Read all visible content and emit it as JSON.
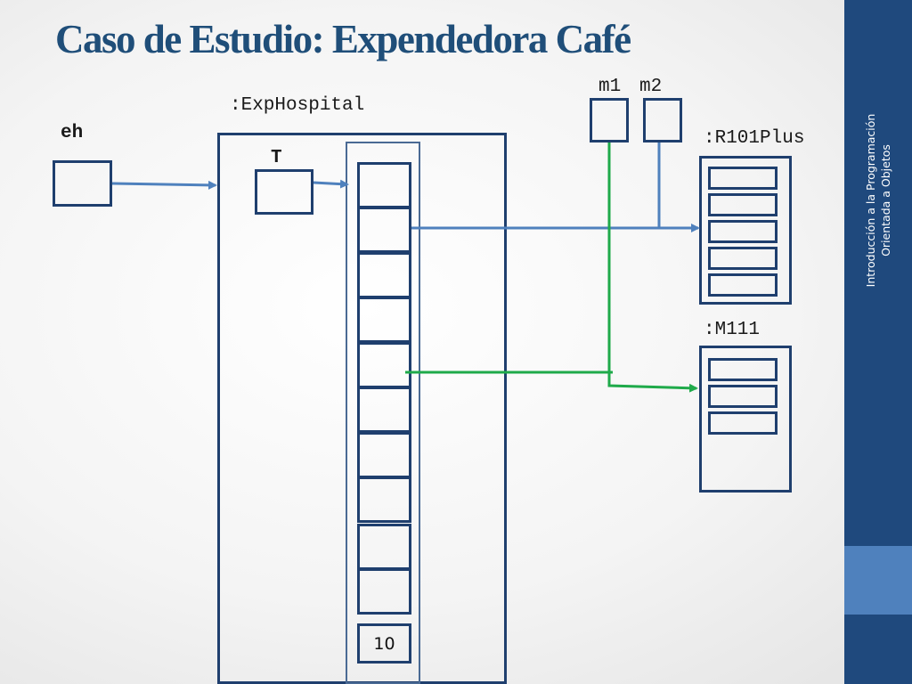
{
  "slide": {
    "title": "Caso de Estudio: Expendedora Café"
  },
  "sidebar": {
    "line1": "Introducción a la Programación",
    "line2": "Orientada a Objetos"
  },
  "diagram": {
    "var_eh": "eh",
    "var_T": "T",
    "var_m1": "m1",
    "var_m2": "m2",
    "obj_exphospital": ":ExpHospital",
    "obj_r101plus": ":R101Plus",
    "obj_m111": ":M111",
    "array_length": "10"
  },
  "colors": {
    "title": "#1f4e79",
    "box_border": "#1f3f6e",
    "blue_arrow": "#4f81bd",
    "green_arrow": "#1faa4a",
    "sidebar": "#1f497d",
    "sidebar_accent": "#4f81bd"
  }
}
